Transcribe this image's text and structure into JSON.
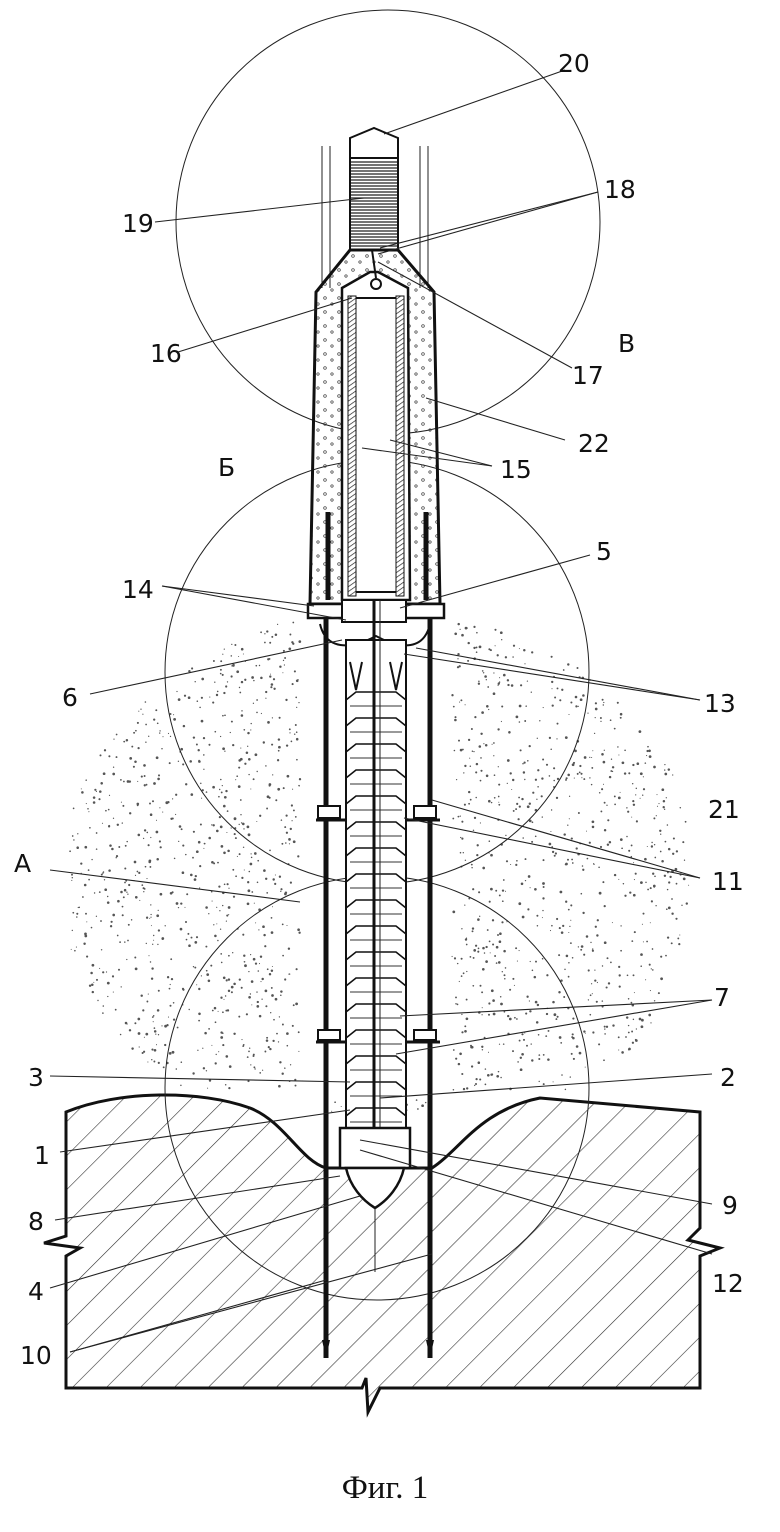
{
  "figure": {
    "caption": "Фиг. 1",
    "zone_labels": {
      "a": "А",
      "b": "Б",
      "v": "В"
    },
    "reference_numbers": {
      "n1": "1",
      "n2": "2",
      "n3": "3",
      "n4": "4",
      "n5": "5",
      "n6": "6",
      "n7": "7",
      "n8": "8",
      "n9": "9",
      "n10": "10",
      "n11": "11",
      "n12": "12",
      "n13": "13",
      "n14": "14",
      "n15": "15",
      "n16": "16",
      "n17": "17",
      "n18": "18",
      "n19": "19",
      "n20": "20",
      "n21": "21",
      "n22": "22"
    }
  }
}
